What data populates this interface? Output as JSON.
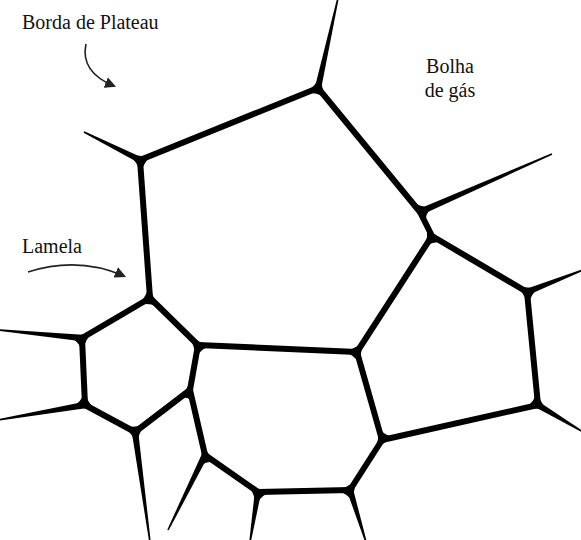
{
  "diagram": {
    "labels": [
      "Borda de Plateau",
      "Bolha de gás",
      "Lamela"
    ]
  }
}
